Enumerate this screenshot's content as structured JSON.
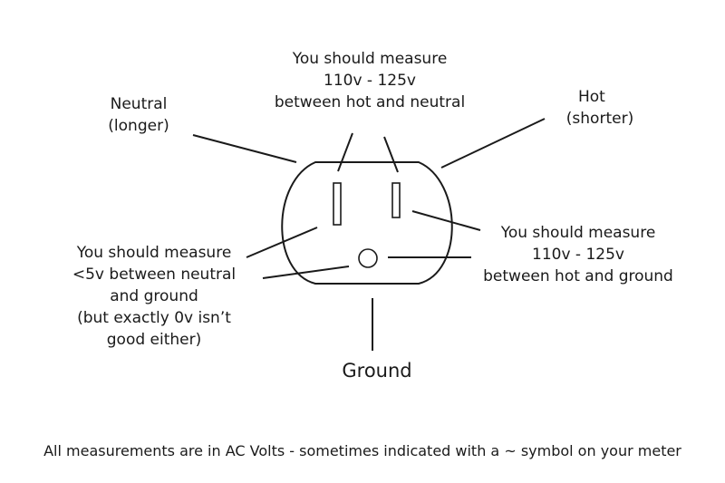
{
  "labels": {
    "neutral": [
      "Neutral",
      "(longer)"
    ],
    "hot": [
      "Hot",
      "(shorter)"
    ],
    "top_measure": [
      "You should measure",
      "110v - 125v",
      "between hot and neutral"
    ],
    "right_measure": [
      "You should measure",
      "110v - 125v",
      "between hot and ground"
    ],
    "left_measure": [
      "You should measure",
      "<5v between neutral",
      "and ground",
      "(but exactly 0v isn’t",
      "good either)"
    ],
    "ground": "Ground",
    "footer": "All measurements are in AC Volts - sometimes indicated with a ~ symbol on your meter"
  }
}
